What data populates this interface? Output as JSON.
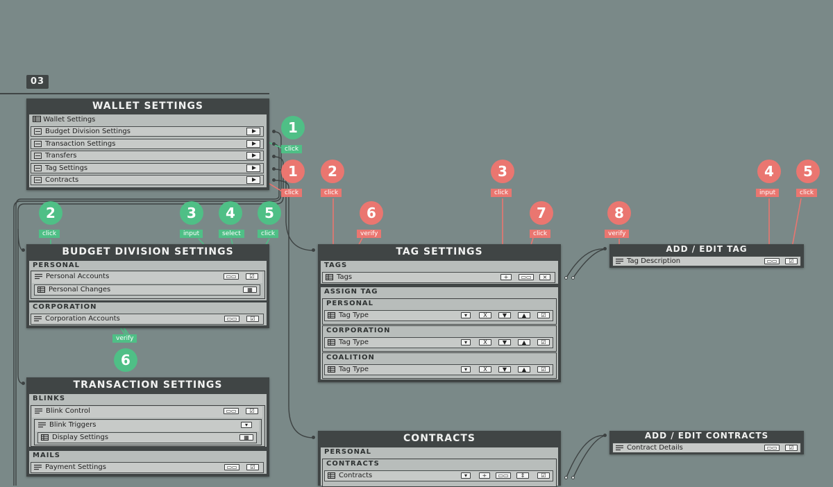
{
  "page_number": "03",
  "wallet_settings": {
    "title": "WALLET SETTINGS",
    "header_item": "Wallet Settings",
    "items": [
      "Budget Division Settings",
      "Transaction Settings",
      "Transfers",
      "Tag Settings",
      "Contracts"
    ]
  },
  "budget_division": {
    "title": "BUDGET DIVISION SETTINGS",
    "personal": {
      "label": "PERSONAL",
      "accounts": "Personal Accounts",
      "changes": "Personal Changes"
    },
    "corporation": {
      "label": "CORPORATION",
      "accounts": "Corporation Accounts"
    }
  },
  "transaction_settings": {
    "title": "TRANSACTION SETTINGS",
    "blinks": {
      "label": "BLINKS",
      "control": "Blink Control",
      "triggers": "Blink Triggers",
      "display": "Display Settings"
    },
    "mails": {
      "label": "MAILS",
      "payment": "Payment Settings"
    }
  },
  "tag_settings": {
    "title": "TAG SETTINGS",
    "tags_label": "TAGS",
    "tags_row": "Tags",
    "assign_label": "ASSIGN TAG",
    "groups": [
      {
        "label": "PERSONAL",
        "row": "Tag Type"
      },
      {
        "label": "CORPORATION",
        "row": "Tag Type"
      },
      {
        "label": "COALITION",
        "row": "Tag Type"
      }
    ]
  },
  "add_edit_tag": {
    "title": "ADD / EDIT TAG",
    "row": "Tag Description"
  },
  "contracts": {
    "title": "CONTRACTS",
    "personal_label": "PERSONAL",
    "contracts_label": "CONTRACTS",
    "row": "Contracts"
  },
  "add_edit_contracts": {
    "title": "ADD / EDIT CONTRACTS",
    "row": "Contract Details"
  },
  "steps": {
    "wallet_1a": {
      "num": "1",
      "action": "click"
    },
    "wallet_1b": {
      "num": "1",
      "action": "click"
    },
    "budget": [
      {
        "num": "2",
        "action": "click"
      },
      {
        "num": "3",
        "action": "input"
      },
      {
        "num": "4",
        "action": "select"
      },
      {
        "num": "5",
        "action": "click"
      },
      {
        "num": "6",
        "action": "verify"
      }
    ],
    "tag": [
      {
        "num": "2",
        "action": "click"
      },
      {
        "num": "3",
        "action": "click"
      },
      {
        "num": "4",
        "action": "input"
      },
      {
        "num": "5",
        "action": "click"
      },
      {
        "num": "6",
        "action": "verify"
      },
      {
        "num": "7",
        "action": "click"
      },
      {
        "num": "8",
        "action": "verify"
      }
    ]
  },
  "colors": {
    "background": "#7a8988",
    "panel": "#404545",
    "green": "#4fbf86",
    "red": "#ea7670"
  }
}
